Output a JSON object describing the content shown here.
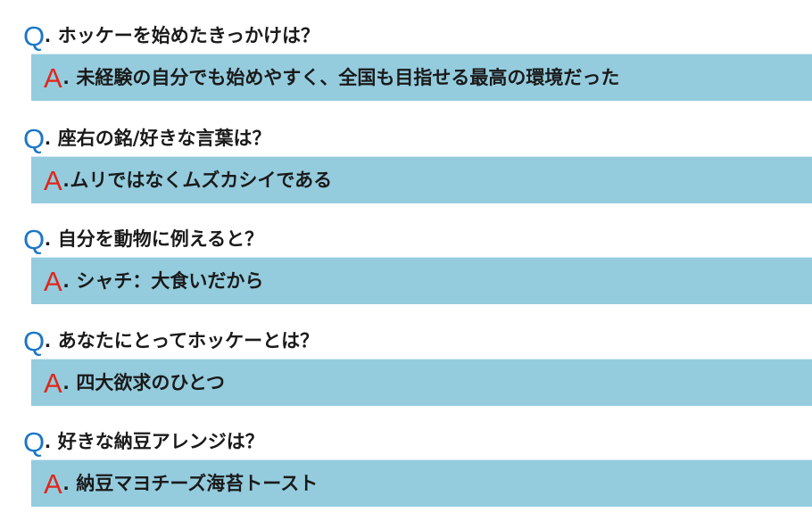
{
  "markers": {
    "q": "Q",
    "a": "A",
    "dot": "."
  },
  "colors": {
    "q_marker": "#1a76c7",
    "a_marker": "#e0261b",
    "answer_bg": "#94ccde",
    "text": "#1a1a1a"
  },
  "items": [
    {
      "question": "ホッケーを始めたきっかけは？",
      "answer": "未経験の自分でも始めやすく、全国も目指せる最高の環境だった"
    },
    {
      "question": "座右の銘/好きな言葉は？",
      "answer": "ムリではなくムズカシイである"
    },
    {
      "question": "自分を動物に例えると？",
      "answer": "シャチ：大食いだから"
    },
    {
      "question": "あなたにとってホッケーとは？",
      "answer": "四大欲求のひとつ"
    },
    {
      "question": "好きな納豆アレンジは？",
      "answer": "納豆マヨチーズ海苔トースト"
    }
  ]
}
